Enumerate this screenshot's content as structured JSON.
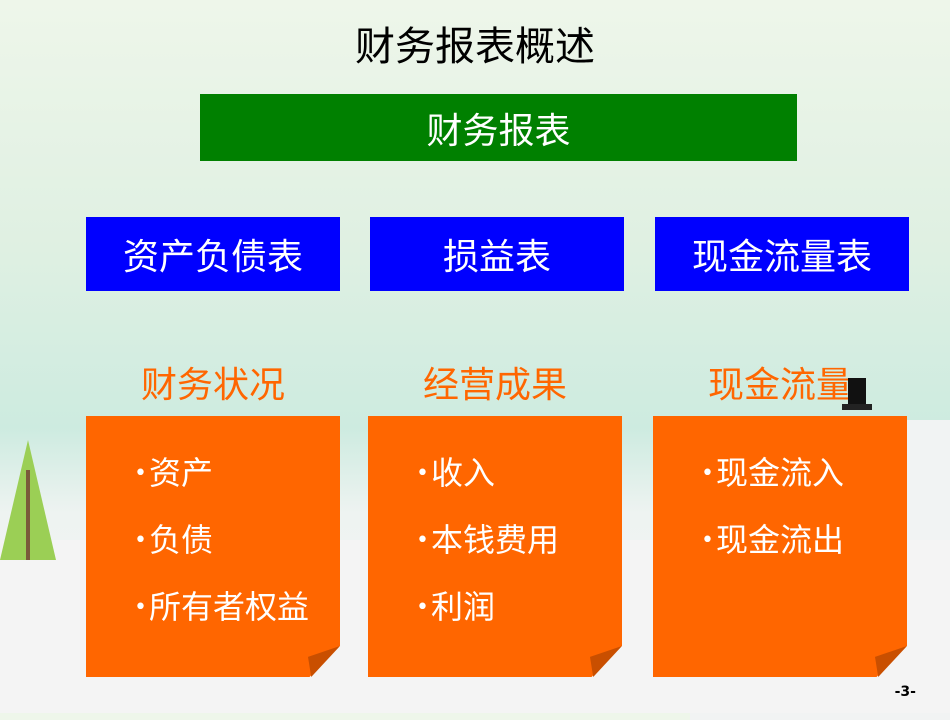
{
  "title": "财务报表概述",
  "root": "财务报表",
  "statements": [
    {
      "name": "资产负债表",
      "focus": "财务状况",
      "items": [
        "资产",
        "负债",
        "所有者权益"
      ]
    },
    {
      "name": "损益表",
      "focus": "经营成果",
      "items": [
        "收入",
        "本钱费用",
        "利润"
      ]
    },
    {
      "name": "现金流量表",
      "focus": "现金流量",
      "items": [
        "现金流入",
        "现金流出"
      ]
    }
  ],
  "page_number": "-3-",
  "colors": {
    "green": "#008000",
    "blue": "#0000ff",
    "orange": "#ff6600"
  }
}
